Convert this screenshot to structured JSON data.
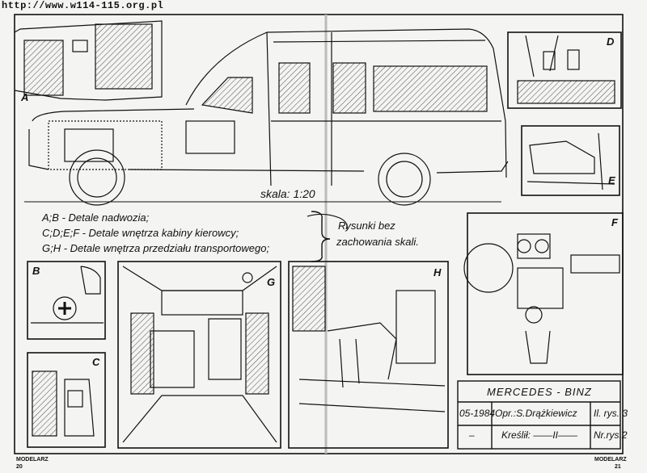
{
  "url": "http://www.w114-115.org.pl",
  "scale": "skala: 1:20",
  "legend": [
    "A;B - Detale nadwozia;",
    "C;D;E;F - Detale wnętrza kabiny kierowcy;",
    "G;H - Detale wnętrza przedziału transportowego;"
  ],
  "note": [
    "Rysunki bez",
    "zachowania skali."
  ],
  "panels": {
    "a": "A",
    "b": "B",
    "c": "C",
    "d": "D",
    "e": "E",
    "f": "F",
    "g": "G",
    "h": "H"
  },
  "title_block": {
    "title": "MERCEDES - BINZ",
    "date": "05-1984",
    "author": "Opr.:S.Drążkiewicz",
    "ill": "Il. rys. 3",
    "dash": "–",
    "drawn": "Kreślił: ——II——",
    "nr": "Nr.rys.2"
  },
  "footer": {
    "left_top": "MODELARZ",
    "left_bottom": "20",
    "right_top": "MODELARZ",
    "right_bottom": "21"
  }
}
